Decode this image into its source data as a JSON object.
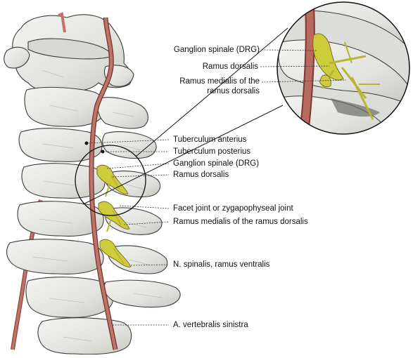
{
  "colors": {
    "bone_fill": "#e6e6e3",
    "bone_shadow": "#b8b8b4",
    "bone_outline": "#3a3a3a",
    "artery": "#b5655a",
    "nerve": "#c9c63a",
    "leader": "#333333",
    "background": "#ffffff"
  },
  "labels": {
    "tuberculum_anterius": "Tuberculum anterius",
    "tuberculum_posterius": "Tuberculum posterius",
    "ganglion_spinale": "Ganglion spinale (DRG)",
    "ramus_dorsalis": "Ramus dorsalis",
    "facet_joint": "Facet joint or zygapophyseal joint",
    "ramus_medialis": "Ramus medialis of the ramus dorsalis",
    "n_spinalis": "N. spinalis, ramus ventralis",
    "a_vertebralis": "A. vertebralis sinistra"
  },
  "inset": {
    "ganglion_spinale": "Ganglion spinale (DRG)",
    "ramus_dorsalis": "Ramus dorsalis",
    "ramus_medialis_line1": "Ramus medialis of the",
    "ramus_medialis_line2": "ramus dorsalis"
  }
}
